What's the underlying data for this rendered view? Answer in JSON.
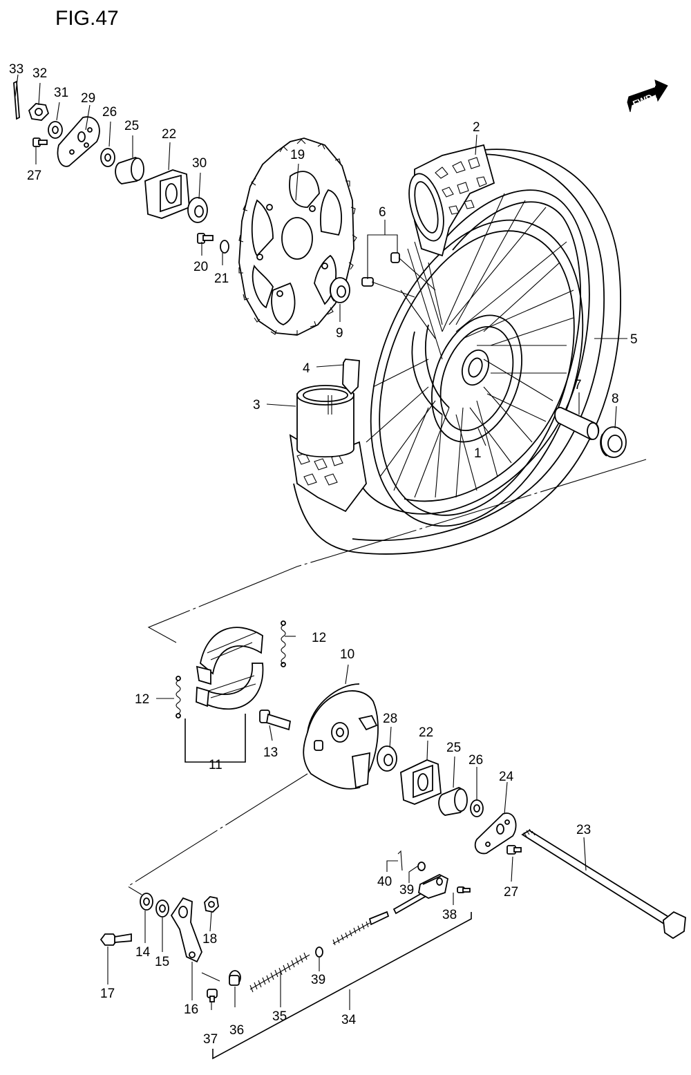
{
  "figure": {
    "title": "FIG.47",
    "fwd_label": "FWD"
  },
  "labels": {
    "p1": "1",
    "p2": "2",
    "p3": "3",
    "p4": "4",
    "p5": "5",
    "p6": "6",
    "p7": "7",
    "p8": "8",
    "p9": "9",
    "p10": "10",
    "p11": "11",
    "p12a": "12",
    "p12b": "12",
    "p13": "13",
    "p14": "14",
    "p15": "15",
    "p16": "16",
    "p17": "17",
    "p18": "18",
    "p19": "19",
    "p20": "20",
    "p21": "21",
    "p22a": "22",
    "p22b": "22",
    "p23": "23",
    "p24": "24",
    "p25a": "25",
    "p25b": "25",
    "p26a": "26",
    "p26b": "26",
    "p27a": "27",
    "p27b": "27",
    "p28": "28",
    "p29": "29",
    "p30": "30",
    "p31": "31",
    "p32": "32",
    "p33": "33",
    "p34": "34",
    "p35": "35",
    "p36": "36",
    "p37": "37",
    "p38": "38",
    "p39a": "39",
    "p39b": "39",
    "p40": "40"
  }
}
